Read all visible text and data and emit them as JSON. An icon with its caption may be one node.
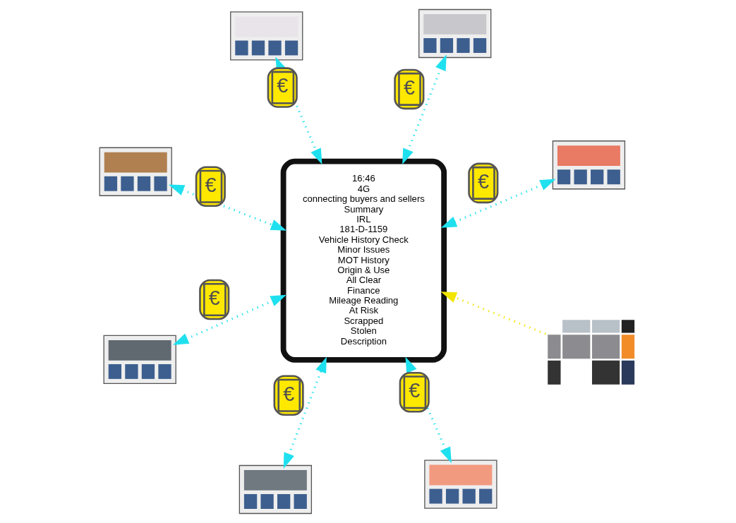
{
  "diagram": {
    "nodes": [
      {
        "text": [],
        "shape": "picture"
      },
      {
        "text": [],
        "shape": "picture"
      },
      {
        "text": [],
        "shape": "picture"
      },
      {
        "text": [],
        "shape": "picture"
      },
      {
        "text": [],
        "shape": "picture"
      },
      {
        "text": [
          "16:46",
          "4G",
          "connecting buyers and sellers",
          "Summary",
          "IRL",
          "181-D-1159",
          "Vehicle History Check",
          "Minor Issues",
          "MOT History",
          "Origin & Use",
          "All Clear",
          "Finance",
          "Mileage Reading",
          "At Risk",
          "Scrapped",
          "Stolen",
          "Description"
        ]
      },
      {
        "text": [],
        "shape": "picture"
      },
      {
        "text": [],
        "shape": "picture"
      },
      {
        "text": [],
        "shape": "picture"
      }
    ],
    "edges": [
      {
        "from": 0,
        "to": 5,
        "arrow": "both",
        "label": "€",
        "style": "dashed"
      },
      {
        "from": 1,
        "to": 5,
        "arrow": "both",
        "label": "€",
        "style": "dashed"
      },
      {
        "from": 2,
        "to": 5,
        "arrow": "both",
        "label": "€",
        "style": "dashed"
      },
      {
        "from": 3,
        "to": 5,
        "arrow": "both",
        "label": "€",
        "style": "dashed"
      },
      {
        "from": 4,
        "to": 5,
        "arrow": "both",
        "label": "€",
        "style": "dashed"
      },
      {
        "from": 6,
        "to": 5,
        "arrow": "both",
        "label": "€",
        "style": "dashed"
      },
      {
        "from": 8,
        "to": 5,
        "arrow": "both",
        "label": "€",
        "style": "dashed"
      },
      {
        "from": 7,
        "to": 5,
        "arrow": "to",
        "style": "dashed",
        "color": "#f2e600"
      }
    ]
  }
}
